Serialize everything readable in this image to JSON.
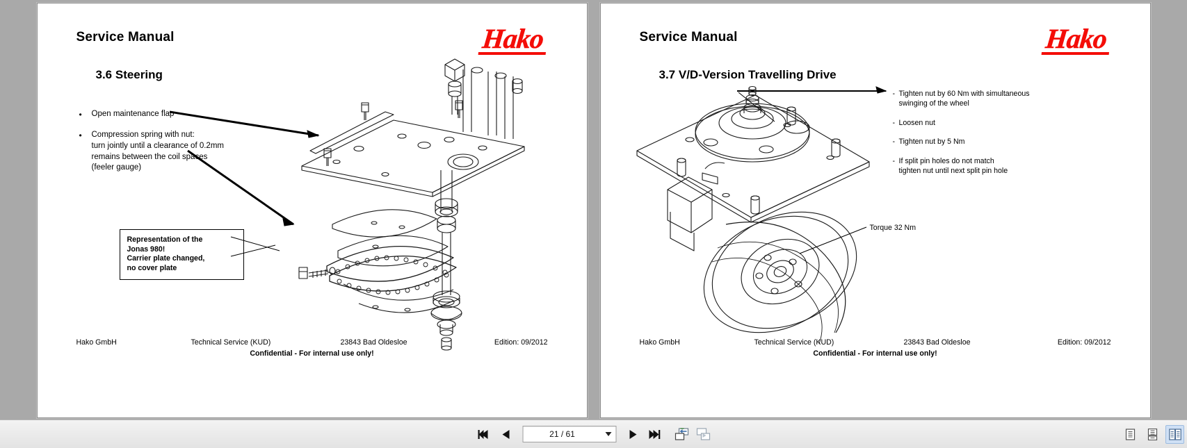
{
  "app": {
    "background_color": "#a9a9a9",
    "brand_color": "#f40d08"
  },
  "pages": [
    {
      "doc_title": "Service Manual",
      "logo_text": "Hako",
      "section_title": "3.6 Steering",
      "bullets": [
        {
          "lines": [
            "Open maintenance flap"
          ]
        },
        {
          "lines": [
            "Compression spring with nut:",
            "turn jointly until a clearance of 0.2mm",
            "remains between the coil spaces",
            "(feeler gauge)"
          ]
        }
      ],
      "note_box": {
        "lines": [
          "Representation of the",
          "Jonas 980!",
          "Carrier plate changed,",
          "no cover plate"
        ]
      },
      "footer": {
        "company": "Hako GmbH",
        "department": "Technical Service (KUD)",
        "address": "23843 Bad Oldesloe",
        "edition": "Edition: 09/2012",
        "confidential": "Confidential - For internal use only!"
      }
    },
    {
      "doc_title": "Service Manual",
      "logo_text": "Hako",
      "section_title": "3.7 V/D-Version Travelling Drive",
      "annotations": [
        {
          "lines": [
            "Tighten nut by 60 Nm with simultaneous",
            "swinging of the wheel"
          ]
        },
        {
          "lines": [
            "Loosen nut"
          ]
        },
        {
          "lines": [
            "Tighten nut by 5 Nm"
          ]
        },
        {
          "lines": [
            "If split pin holes do not match",
            "tighten nut until next split pin hole"
          ]
        }
      ],
      "torque_label": "Torque 32 Nm",
      "footer": {
        "company": "Hako GmbH",
        "department": "Technical Service (KUD)",
        "address": "23843 Bad Oldesloe",
        "edition": "Edition: 09/2012",
        "confidential": "Confidential - For internal use only!"
      }
    }
  ],
  "toolbar": {
    "first_page_label": "first-page",
    "previous_page_label": "previous-page",
    "page_indicator": "21 / 61",
    "page_current": "21",
    "page_total": "61",
    "next_page_label": "next-page",
    "last_page_label": "last-page",
    "fit_page_label": "fit-page",
    "fit_width_label": "fit-width",
    "view_single_label": "single-page-view",
    "view_continuous_label": "continuous-view",
    "view_twopage_label": "two-page-view",
    "active_view": "two-page-view",
    "active_highlight_color": "#cfe0f5"
  }
}
